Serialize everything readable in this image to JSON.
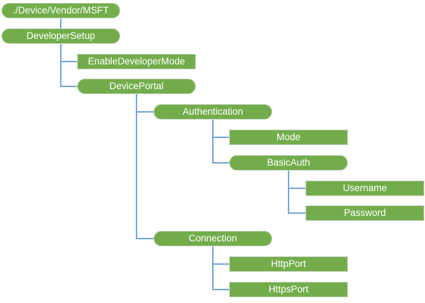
{
  "diagram": {
    "colors": {
      "background": "#ffffff",
      "node_fill": "#73ad4b",
      "node_border": "#ced5c8",
      "node_text": "#ffffff",
      "connector": "#74a7da"
    },
    "nodes": [
      {
        "id": "msft-root",
        "label": "./Device/Vendor/MSFT",
        "shape": "pill",
        "row": 0,
        "depth": 0,
        "parent": null,
        "link": null
      },
      {
        "id": "developer-setup",
        "label": "DeveloperSetup",
        "shape": "pill",
        "row": 1,
        "depth": 0,
        "parent": "msft-root",
        "link": "straight"
      },
      {
        "id": "enable-developer-mode",
        "label": "EnableDeveloperMode",
        "shape": "rect",
        "row": 2,
        "depth": 1,
        "parent": "developer-setup",
        "link": "elbow"
      },
      {
        "id": "device-portal",
        "label": "DevicePortal",
        "shape": "pill",
        "row": 3,
        "depth": 1,
        "parent": "developer-setup",
        "link": "elbow"
      },
      {
        "id": "authentication",
        "label": "Authentication",
        "shape": "pill",
        "row": 4,
        "depth": 2,
        "parent": "device-portal",
        "link": "elbow"
      },
      {
        "id": "mode",
        "label": "Mode",
        "shape": "rect",
        "row": 5,
        "depth": 3,
        "parent": "authentication",
        "link": "elbow"
      },
      {
        "id": "basic-auth",
        "label": "BasicAuth",
        "shape": "pill",
        "row": 6,
        "depth": 3,
        "parent": "authentication",
        "link": "elbow"
      },
      {
        "id": "username",
        "label": "Username",
        "shape": "rect",
        "row": 7,
        "depth": 4,
        "parent": "basic-auth",
        "link": "elbow"
      },
      {
        "id": "password",
        "label": "Password",
        "shape": "rect",
        "row": 8,
        "depth": 4,
        "parent": "basic-auth",
        "link": "elbow"
      },
      {
        "id": "connection",
        "label": "Connection",
        "shape": "pill",
        "row": 9,
        "depth": 2,
        "parent": "device-portal",
        "link": "elbow"
      },
      {
        "id": "http-port",
        "label": "HttpPort",
        "shape": "rect",
        "row": 10,
        "depth": 3,
        "parent": "connection",
        "link": "elbow"
      },
      {
        "id": "https-port",
        "label": "HttpsPort",
        "shape": "rect",
        "row": 11,
        "depth": 3,
        "parent": "connection",
        "link": "elbow"
      }
    ]
  }
}
